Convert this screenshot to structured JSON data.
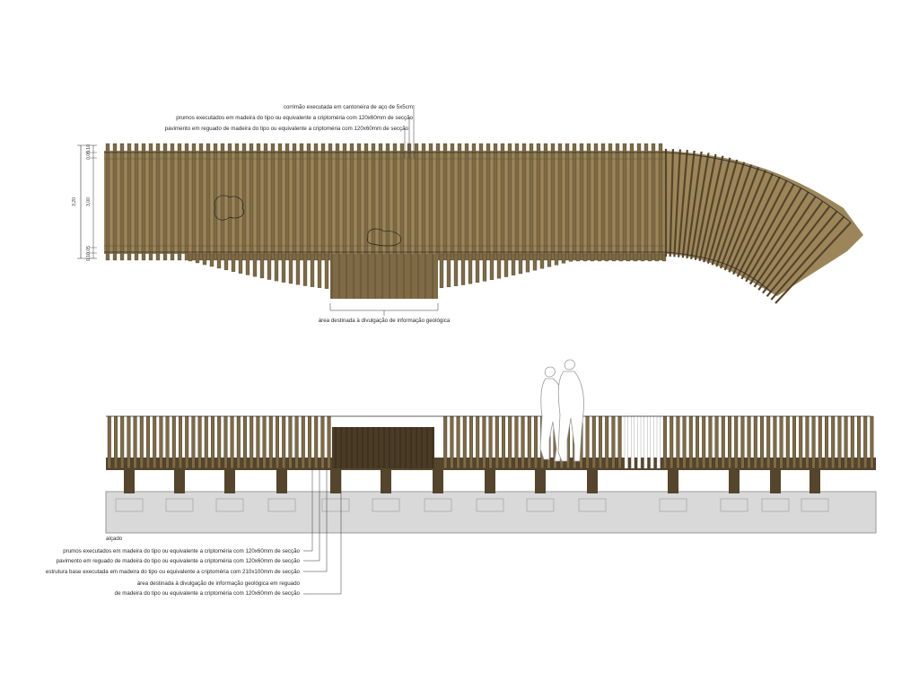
{
  "colors": {
    "wood_light": "#9c8659",
    "wood_mid": "#7e6a45",
    "wood_dark": "#55452c",
    "wood_panel": "#4a3b26",
    "ground": "#d9d9d9",
    "line": "#333333"
  },
  "plan": {
    "notes": [
      "corrimão executada em cantoneira de aço de 5x5cm",
      "prumos executados em madeira do tipo ou equivalente a criptoméria com 120x60mm de secção",
      "pavimento em reguado de madeira do tipo ou equivalente a criptoméria com 120x60mm de secção"
    ],
    "area_label": "área destinada à divulgação de informação geológica",
    "dims": {
      "overall": "3,20",
      "inner": "3,00",
      "top_a": "0,10",
      "top_b": "0,05",
      "bottom_a": "0,05",
      "bottom_b": "0,10"
    }
  },
  "elevation": {
    "title": "alçado",
    "notes": [
      "prumos executados em madeira do tipo ou equivalente a criptoméria com 120x60mm de secção",
      "pavimento em reguado de madeira do tipo ou equivalente a criptoméria com 120x60mm de secção",
      "estrutura base executada em madeira do tipo ou equivalente a criptoméria com 210x100mm de secção",
      "área destinada à divulgação de informação geológica em reguado",
      "de madeira do tipo ou equivalente a criptoméria com 120x60mm de secção"
    ]
  }
}
